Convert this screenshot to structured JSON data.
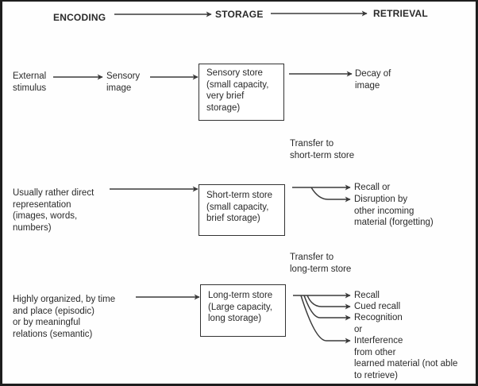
{
  "header": {
    "stages": [
      "ENCODING",
      "STORAGE",
      "RETRIEVAL"
    ]
  },
  "rows": [
    {
      "id": "sensory",
      "inputs": [
        "External\nstimulus",
        "Sensory\nimage"
      ],
      "store": "Sensory store\n(small capacity,\nvery brief\nstorage)",
      "transfer_label": "",
      "outcomes": [
        "Decay of\nimage"
      ]
    },
    {
      "id": "short-term",
      "inputs": [
        "Usually rather direct\nrepresentation\n(images, words,\nnumbers)"
      ],
      "store": "Short-term store\n(small capacity,\nbrief storage)",
      "transfer_label": "Transfer to\nshort-term store",
      "outcomes": [
        "Recall or",
        "Disruption by\nother incoming\nmaterial (forgetting)"
      ]
    },
    {
      "id": "long-term",
      "inputs": [
        "Highly organized, by time\nand place (episodic)\nor by meaningful\nrelations (semantic)"
      ],
      "store": "Long-term store\n(Large capacity,\nlong storage)",
      "transfer_label": "Transfer to\nlong-term store",
      "outcomes": [
        "Recall",
        "Cued recall",
        "Recognition\nor",
        "Interference\nfrom other\nlearned material (not able\nto retrieve)"
      ]
    }
  ],
  "colors": {
    "ink": "#2a2a2a",
    "frame": "#1e1e1e",
    "paper": "#fefefe"
  }
}
